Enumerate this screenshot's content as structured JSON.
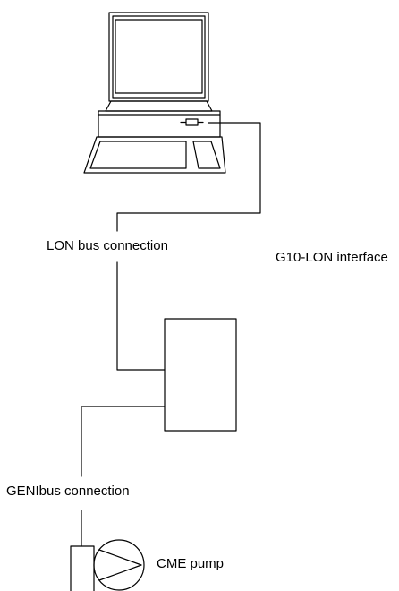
{
  "labels": {
    "lon_bus": "LON bus connection",
    "interface": "G10-LON interface",
    "genibus": "GENIbus connection",
    "pump": "CME pump"
  },
  "icons": {
    "computer": "desktop-computer-icon",
    "pump": "pump-symbol-icon"
  },
  "colors": {
    "line": "#000000",
    "background": "#ffffff"
  }
}
